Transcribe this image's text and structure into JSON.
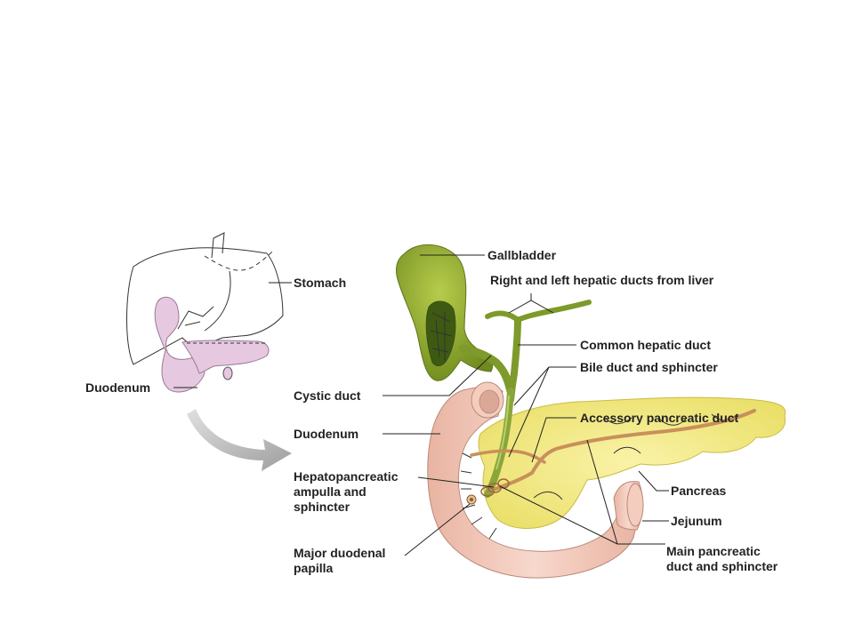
{
  "labels": {
    "stomach": "Stomach",
    "duodenum_left": "Duodenum",
    "gallbladder": "Gallbladder",
    "hepatic_ducts": "Right and left hepatic ducts from liver",
    "common_hepatic": "Common hepatic duct",
    "bile_duct": "Bile duct and sphincter",
    "cystic_duct": "Cystic duct",
    "accessory_duct": "Accessory pancreatic duct",
    "duodenum_right": "Duodenum",
    "hepatopancreatic": [
      "Hepatopancreatic",
      "ampulla and",
      "sphincter"
    ],
    "pancreas": "Pancreas",
    "jejunum": "Jejunum",
    "major_papilla": [
      "Major duodenal",
      "papilla"
    ],
    "main_duct": [
      "Main pancreatic",
      "duct and sphincter"
    ]
  },
  "colors": {
    "gallbladder": "#8fa82a",
    "bile_duct": "#7d9a2a",
    "pancreas": "#f2ea86",
    "duodenum": "#f2c8b8",
    "pancreatic_duct": "#c8905a",
    "overview_highlight": "#e6c8e0",
    "arrow": "#b8b8b8"
  }
}
